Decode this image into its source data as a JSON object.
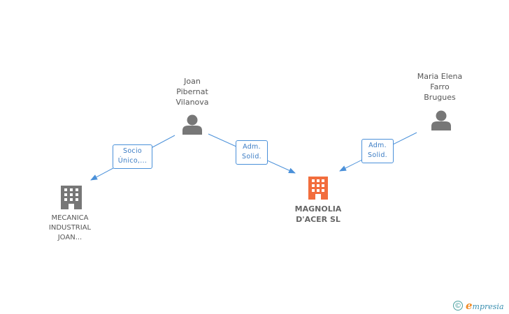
{
  "colors": {
    "edge": "#4a90d9",
    "person_icon": "#777777",
    "company_icon": "#777777",
    "main_company_icon": "#f26d3d",
    "text": "#555555"
  },
  "persons": [
    {
      "id": "joan",
      "name": "Joan\nPibernat\nVilanova",
      "icon": "person-icon"
    },
    {
      "id": "maria",
      "name": "Maria Elena\nFarro\nBrugues",
      "icon": "person-icon"
    }
  ],
  "companies": [
    {
      "id": "mecanica",
      "name": "MECANICA\nINDUSTRIAL\nJOAN...",
      "icon": "building-icon"
    },
    {
      "id": "magnolia",
      "name": "MAGNOLIA\nD'ACER SL",
      "icon": "building-icon",
      "main": true
    }
  ],
  "relations": [
    {
      "from": "joan",
      "to": "mecanica",
      "label": "Socio\nÚnico,..."
    },
    {
      "from": "joan",
      "to": "magnolia",
      "label": "Adm.\nSolid."
    },
    {
      "from": "maria",
      "to": "magnolia",
      "label": "Adm.\nSolid."
    }
  ],
  "footer": {
    "copyright_symbol": "©",
    "brand_initial": "e",
    "brand_rest": "mpresia"
  }
}
